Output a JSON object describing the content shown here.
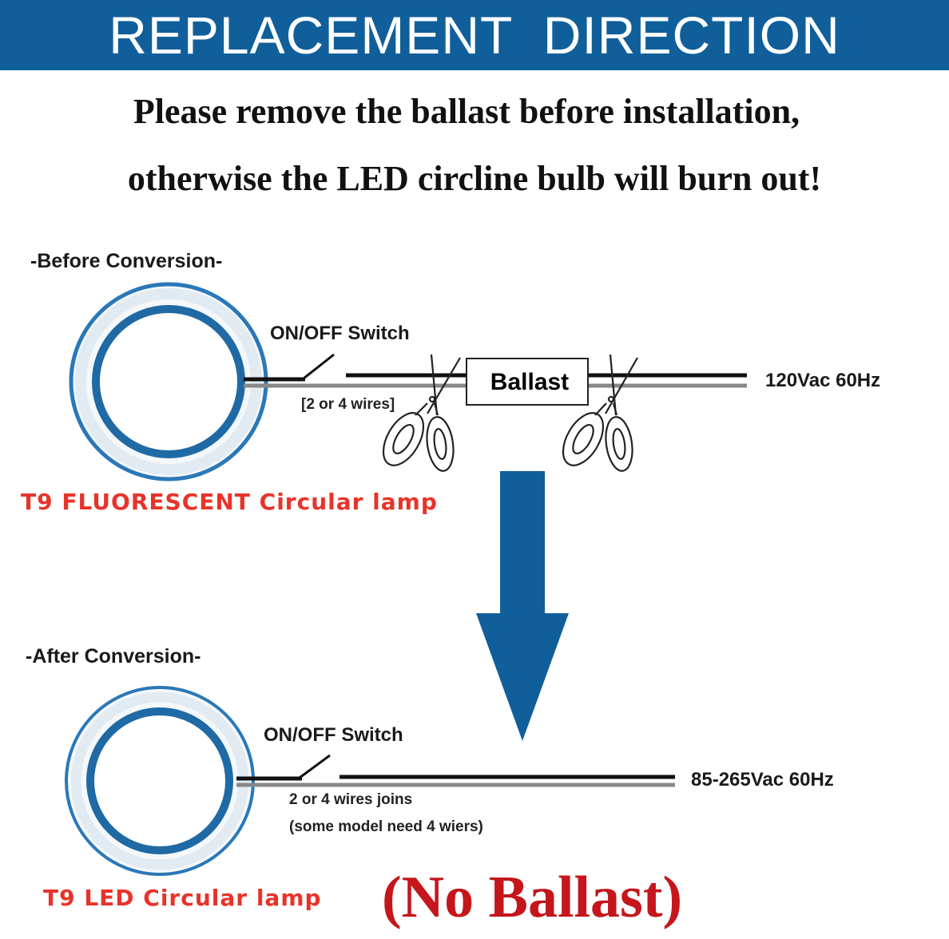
{
  "banner": {
    "title": "REPLACEMENT  DIRECTION",
    "color": "#105f9b"
  },
  "warning": {
    "line1": "Please remove the ballast before installation,",
    "line2": "otherwise the LED circline bulb will burn out!"
  },
  "before": {
    "heading": "-Before Conversion-",
    "switch_label": "ON/OFF Switch",
    "wires_label": "[2 or 4 wires]",
    "ballast_label": "Ballast",
    "voltage_label": "120Vac 60Hz",
    "lamp_label": "T9 FLUORESCENT Circular lamp"
  },
  "after": {
    "heading": "-After Conversion-",
    "switch_label": "ON/OFF Switch",
    "wires_label": "2 or 4 wires joins",
    "wires_note": "(some model need 4 wiers)",
    "voltage_label": "85-265Vac 60Hz",
    "lamp_label": "T9 LED Circular lamp",
    "no_ballast": "(No Ballast)"
  },
  "colors": {
    "ring_blue": "#1f6aa5",
    "lamp_label_red": "#e8332a",
    "ballast_red": "#c4161c",
    "arrow_blue": "#105f9b"
  }
}
